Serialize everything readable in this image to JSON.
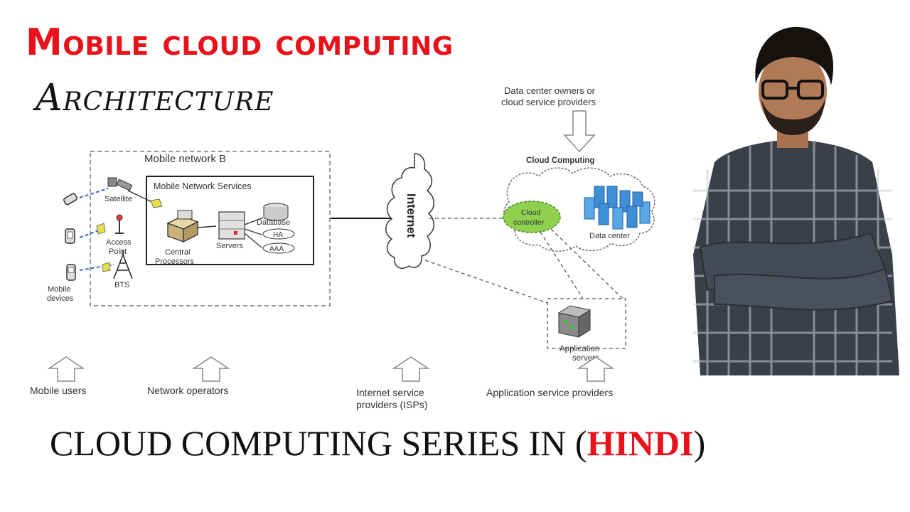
{
  "header": {
    "title": "Mobile cloud computing",
    "subtitle": "Architecture"
  },
  "diagram": {
    "mobile_network": "Mobile network B",
    "mobile_network_services": "Mobile Network Services",
    "satellite": "Satellite",
    "access_point_1": "Access",
    "access_point_2": "Point",
    "bts": "BTS",
    "mobile_devices_1": "Mobile",
    "mobile_devices_2": "devices",
    "central_processors_1": "Central",
    "central_processors_2": "Processors",
    "servers": "Servers",
    "database": "Database",
    "ha": "HA",
    "aaa": "AAA",
    "internet": "Internet",
    "data_center_owners_1": "Data center owners or",
    "data_center_owners_2": "cloud service providers",
    "cloud_computing": "Cloud Computing",
    "cloud_controller_1": "Cloud",
    "cloud_controller_2": "controller",
    "data_center": "Data center",
    "application_servers_1": "Application",
    "application_servers_2": "servers",
    "mobile_users": "Mobile users",
    "network_operators": "Network operators",
    "isp_1": "Internet service",
    "isp_2": "providers (ISPs)",
    "app_service_providers": "Application service providers"
  },
  "footer": {
    "prefix": "CLOUD COMPUTING SERIES IN (",
    "highlight": "HINDI",
    "suffix": ")"
  },
  "colors": {
    "title_red": "#e8121b",
    "cloud_green": "#8fd14f",
    "server_blue": "#3f8fd6"
  }
}
